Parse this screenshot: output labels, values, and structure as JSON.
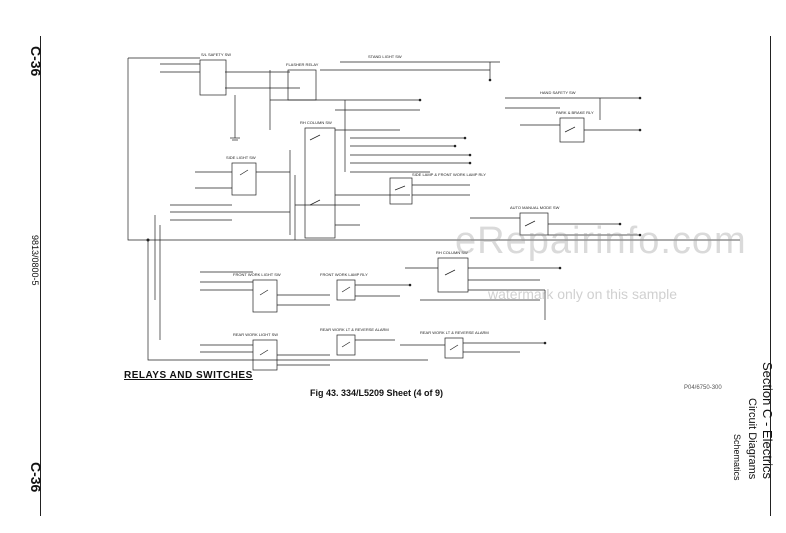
{
  "page": {
    "id_top": "C-36",
    "id_bottom": "C-36",
    "doc_number": "9813/0800-5"
  },
  "section": {
    "title": "Section C - Electrics",
    "subtitle": "Circuit Diagrams",
    "subsubtitle": "Schematics"
  },
  "diagram": {
    "title_label": "RELAYS  AND  SWITCHES",
    "caption": "Fig 43. 334/L5209 Sheet (4 of 9)",
    "ref_code": "P04/6750-300"
  },
  "watermark": {
    "line1": "eRepairinfo.com",
    "line2": "watermark only on this sample"
  },
  "components": [
    {
      "id": "c1",
      "label": "S/L SAFETY SW"
    },
    {
      "id": "c2",
      "label": "FLASHER RELAY"
    },
    {
      "id": "c3",
      "label": "STAND LIGHT SW"
    },
    {
      "id": "c4",
      "label": "HAND SAFETY SW"
    },
    {
      "id": "c5",
      "label": "PARK & BRAKE RLY"
    },
    {
      "id": "c6",
      "label": "RH COLUMN SW"
    },
    {
      "id": "c7",
      "label": "SIDE LIGHT SW"
    },
    {
      "id": "c8",
      "label": "SIDE LAMP & FRONT WORK LAMP RLY"
    },
    {
      "id": "c9",
      "label": "AUTO MANUAL MODE SW"
    },
    {
      "id": "c10",
      "label": "FRONT WORK LIGHT SW"
    },
    {
      "id": "c11",
      "label": "FRONT WORK LAMP RLY"
    },
    {
      "id": "c12",
      "label": "RH COLUMN SW"
    },
    {
      "id": "c13",
      "label": "REAR WORK LIGHT SW"
    },
    {
      "id": "c14",
      "label": "REAR WORK LT & REVERSE ALARM"
    },
    {
      "id": "c15",
      "label": "REAR WORK LT & REVERSE ALARM"
    }
  ]
}
